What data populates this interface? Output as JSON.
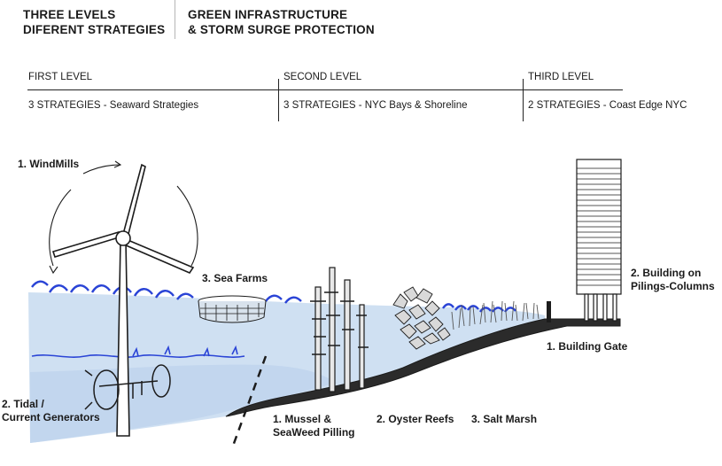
{
  "header": {
    "left_title": "THREE LEVELS\nDIFERENT STRATEGIES",
    "right_title": "GREEN INFRASTRUCTURE\n& STORM SURGE PROTECTION"
  },
  "levels": [
    {
      "title": "FIRST LEVEL",
      "description": "3 STRATEGIES - Seaward Strategies"
    },
    {
      "title": "SECOND LEVEL",
      "description": "3 STRATEGIES - NYC Bays & Shoreline"
    },
    {
      "title": "THIRD LEVEL",
      "description": "2 STRATEGIES - Coast Edge NYC"
    }
  ],
  "labels": {
    "windmills": "1. WindMills",
    "sea_farms": "3. Sea Farms",
    "tidal": "2. Tidal /\nCurrent Generators",
    "mussel": "1. Mussel &\nSeaWeed Pilling",
    "oyster": "2. Oyster Reefs",
    "salt_marsh": "3. Salt Marsh",
    "building_gate": "1. Building Gate",
    "building_pilings": "2. Building on\nPilings-Columns"
  },
  "colors": {
    "water": "#cfe0f2",
    "wave": "#2a44d6",
    "ink": "#1c1c1c"
  }
}
